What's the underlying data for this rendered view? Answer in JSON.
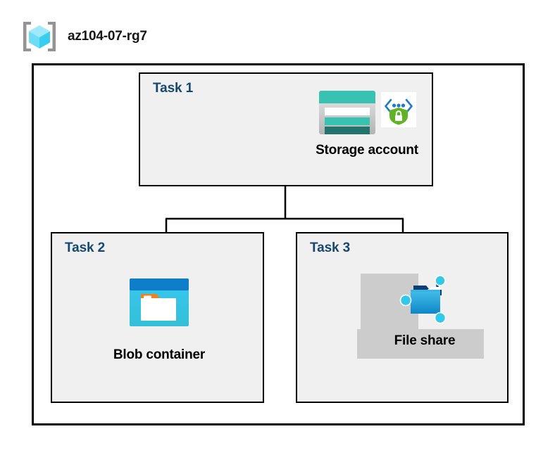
{
  "diagram": {
    "type": "azure-architecture",
    "resource_group": {
      "name": "az104-07-rg7",
      "icon": "resource-group-cube-icon"
    },
    "tasks": [
      {
        "id": "task1",
        "label": "Task 1",
        "node": {
          "caption": "Storage account",
          "icons": [
            "storage-account-icon",
            "security-shield-lock-icon"
          ]
        }
      },
      {
        "id": "task2",
        "label": "Task 2",
        "node": {
          "caption": "Blob container",
          "icons": [
            "blob-container-icon"
          ]
        }
      },
      {
        "id": "task3",
        "label": "Task 3",
        "node": {
          "caption": "File share",
          "icons": [
            "file-share-icon"
          ],
          "highlighted": true
        }
      }
    ],
    "connections": [
      {
        "from": "task1",
        "to": "task2"
      },
      {
        "from": "task1",
        "to": "task3"
      }
    ],
    "colors": {
      "task_label": "#16476f",
      "task_fill": "#f0f0f0",
      "border": "#000000",
      "caption": "#000000",
      "highlight": "#cccccc",
      "storage_teal": "#37c2b1",
      "blob_blue": "#0078d4",
      "blob_cyan": "#32bedd",
      "shield_green": "#5fb324",
      "cube_cyan": "#5ce0f7"
    }
  }
}
